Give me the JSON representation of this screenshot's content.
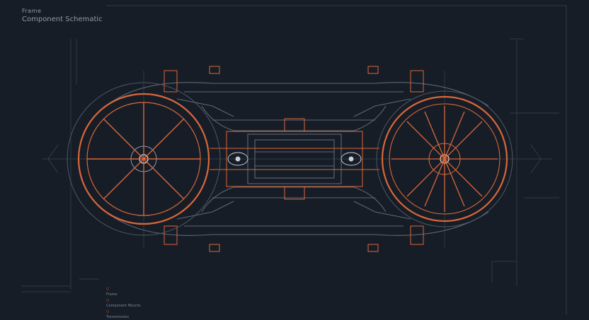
{
  "header": {
    "line1": "Frame",
    "line2": "Component Schematic"
  },
  "notes": [
    "Frame",
    "Component Mounts",
    "Transmission"
  ],
  "palette": {
    "background": "#161d27",
    "line": "#5d6875",
    "line_faint": "#39434f",
    "accent": "#d9673a",
    "text": "#8f99a6"
  }
}
